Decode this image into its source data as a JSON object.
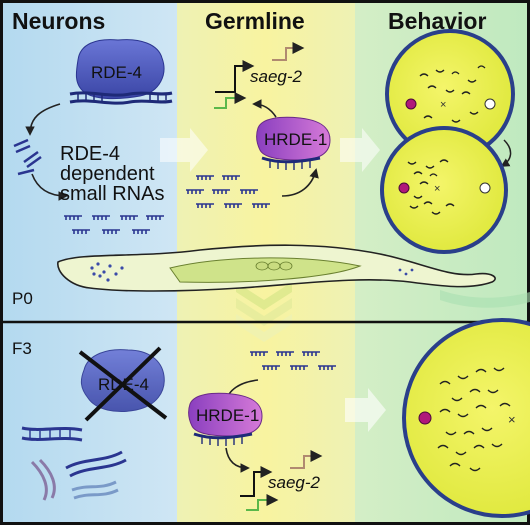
{
  "columns": {
    "neurons": "Neurons",
    "germline": "Germline",
    "behavior": "Behavior"
  },
  "generations": {
    "p0": "P0",
    "f3": "F3"
  },
  "labels": {
    "rde4_p0": "RDE-4",
    "rde4_f3": "RDE-4",
    "small_rnas": [
      "RDE-4",
      "dependent",
      "small RNAs"
    ],
    "hrde1_p0": "HRDE-1",
    "hrde1_f3": "HRDE-1",
    "saeg2_p0": "saeg-2",
    "saeg2_f3": "saeg-2"
  },
  "colors": {
    "neurons_bg": "#b9dcf0",
    "germline_bg": "#f5f0a6",
    "behavior_bg": "#c5ecc4",
    "rde4_blue": "#4a56b8",
    "hrde1_purple": "#b24fc6",
    "plate_yellow": "#f0f150",
    "plate_rim": "#2a3f8a"
  }
}
